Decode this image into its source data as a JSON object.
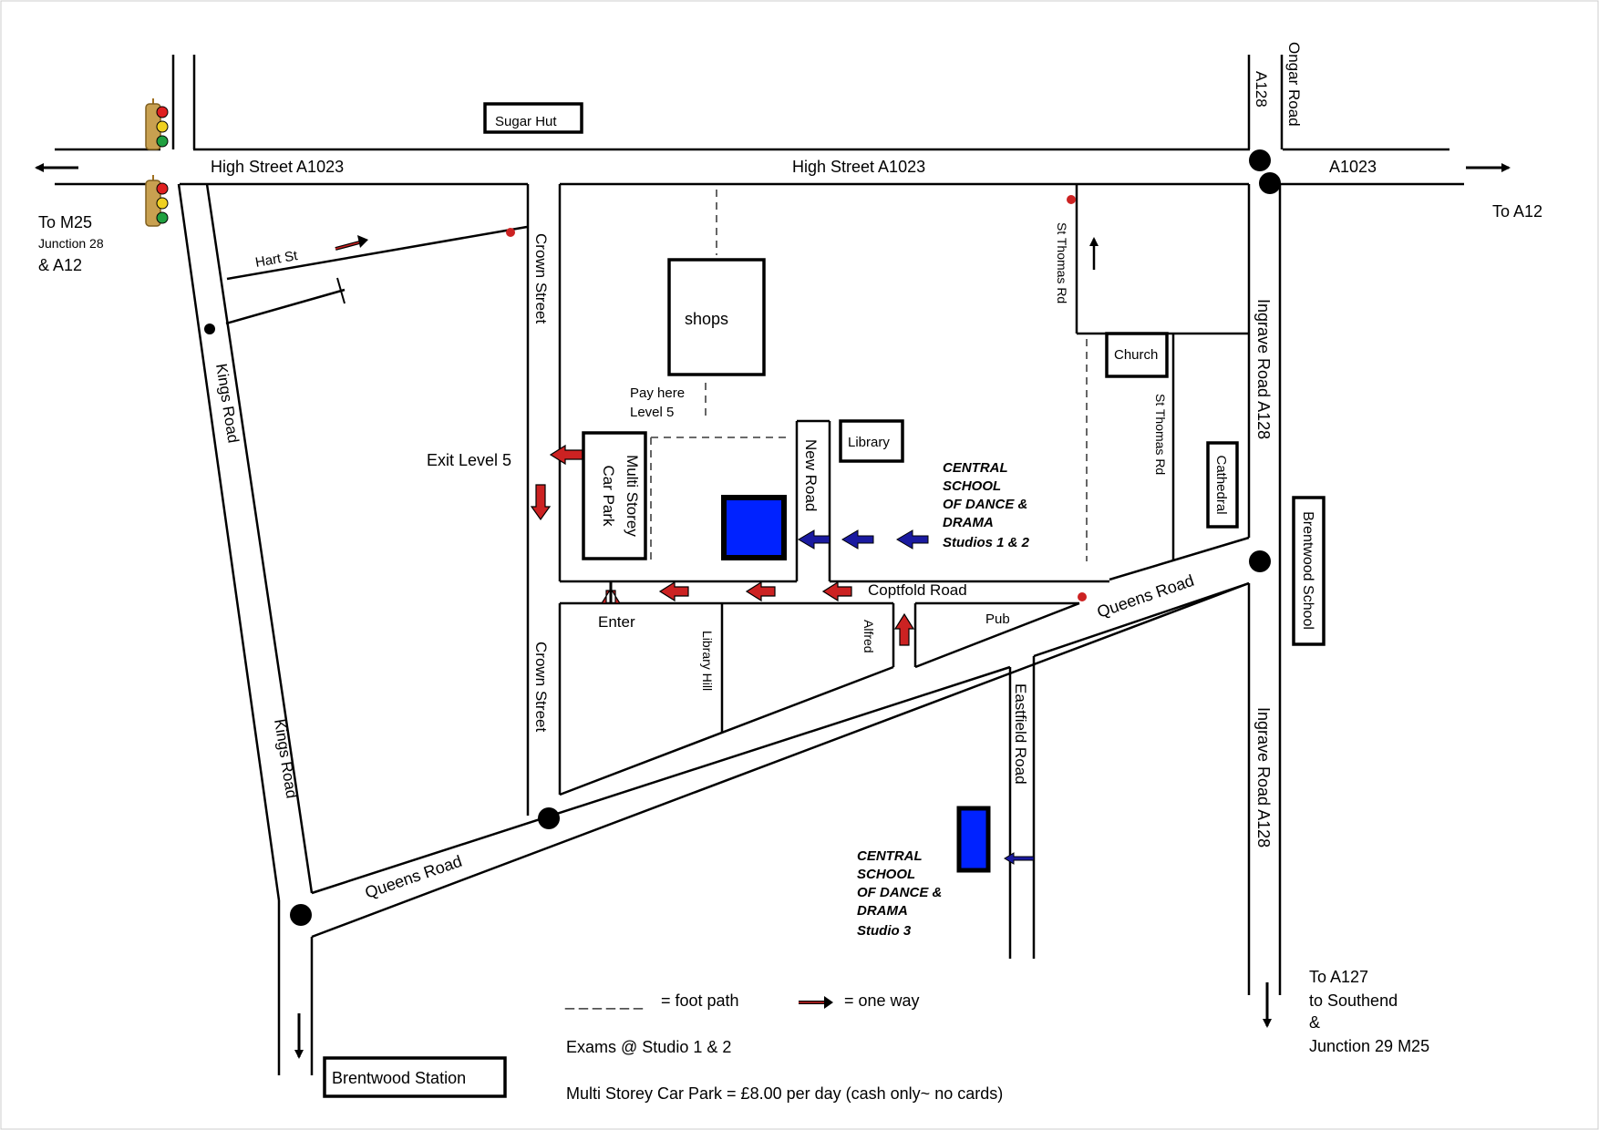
{
  "colors": {
    "road": "#000000",
    "one_way_arrow": "#cc2222",
    "studio_arrow": "#1a1aa0",
    "studio_fill": "#0022ff",
    "marker": "#cc2222",
    "traffic_light_body": "#c8a050",
    "light_red": "#e02020",
    "light_amber": "#f0d020",
    "light_green": "#20a040"
  },
  "roads": {
    "high_street_west": "High Street A1023",
    "high_street_east": "High Street A1023",
    "a1023": "A1023",
    "a128_top": "A128",
    "ongar_road": "Ongar Road",
    "hart_st": "Hart St",
    "crown_street_north": "Crown Street",
    "crown_street_south": "Crown Street",
    "kings_road_north": "Kings Road",
    "kings_road_south": "Kings Road",
    "st_thomas_rd_north": "St Thomas Rd",
    "st_thomas_rd_south": "St Thomas Rd",
    "ingrave_road_north": "Ingrave Road A128",
    "ingrave_road_south": "Ingrave Road A128",
    "new_road": "New Road",
    "coptfold_road": "Coptfold Road",
    "queens_road_east": "Queens Road",
    "queens_road_west": "Queens Road",
    "library_hill": "Library Hill",
    "alfred": "Alfred",
    "eastfield_road": "Eastfield Road"
  },
  "places": {
    "sugar_hut": "Sugar Hut",
    "shops": "shops",
    "pay_here_1": "Pay here",
    "pay_here_2": "Level 5",
    "library": "Library",
    "church": "Church",
    "cathedral": "Cathedral",
    "brentwood_school": "Brentwood School",
    "car_park_1": "Multi Storey",
    "car_park_2": "Car Park",
    "exit_level": "Exit Level 5",
    "enter": "Enter",
    "pub": "Pub",
    "brentwood_station": "Brentwood Station"
  },
  "studio_12_lines": [
    "CENTRAL",
    "SCHOOL",
    "OF DANCE &",
    "DRAMA",
    "Studios  1 & 2"
  ],
  "studio_3_lines": [
    "CENTRAL",
    "SCHOOL",
    "OF DANCE &",
    "DRAMA",
    "Studio 3"
  ],
  "destinations": {
    "m25_1": "To M25",
    "m25_2": "Junction 28",
    "m25_3": "& A12",
    "a12": "To A12",
    "a127_1": "To A127",
    "a127_2": "to Southend",
    "a127_3": "&",
    "a127_4": "Junction 29 M25"
  },
  "legend": {
    "footpath_symbol": "_ _ _ _ _ _",
    "footpath_label": "= foot path",
    "oneway_label": "= one way",
    "exams": "Exams @ Studio 1 & 2",
    "parking": "Multi Storey Car Park = £8.00 per day (cash only~ no cards)"
  }
}
